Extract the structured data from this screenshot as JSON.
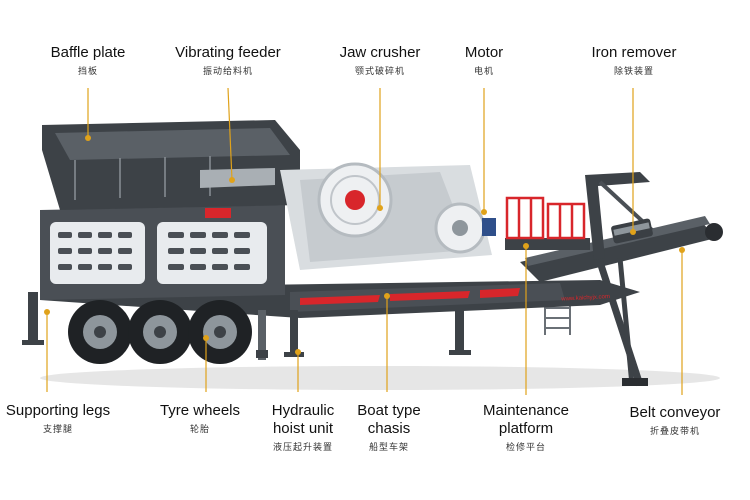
{
  "labels": {
    "baffle_plate": {
      "en": "Baffle plate",
      "cn": "挡板"
    },
    "vibrating_feeder": {
      "en": "Vibrating feeder",
      "cn": "振动给料机"
    },
    "jaw_crusher": {
      "en": "Jaw crusher",
      "cn": "颚式破碎机"
    },
    "motor": {
      "en": "Motor",
      "cn": "电机"
    },
    "iron_remover": {
      "en": "Iron remover",
      "cn": "除铁装置"
    },
    "supporting_legs": {
      "en": "Supporting legs",
      "cn": "支撑腿"
    },
    "tyre_wheels": {
      "en": "Tyre wheels",
      "cn": "轮胎"
    },
    "hydraulic_hoist_unit": {
      "en": "Hydraulic hoist unit",
      "cn": "液压起升装置"
    },
    "boat_type_chasis": {
      "en": "Boat type chasis",
      "cn": "船型车架"
    },
    "maintenance_platform": {
      "en": "Maintenance platform",
      "cn": "检修平台"
    },
    "belt_conveyor": {
      "en": "Belt conveyor",
      "cn": "折叠皮带机"
    }
  },
  "chassis_text": "www.kaichyjx.com",
  "colors": {
    "body": "#4a4f55",
    "dark": "#2e3236",
    "accent": "#d8262b",
    "leader": "#e0a21a",
    "panel": "#e8ebee"
  }
}
